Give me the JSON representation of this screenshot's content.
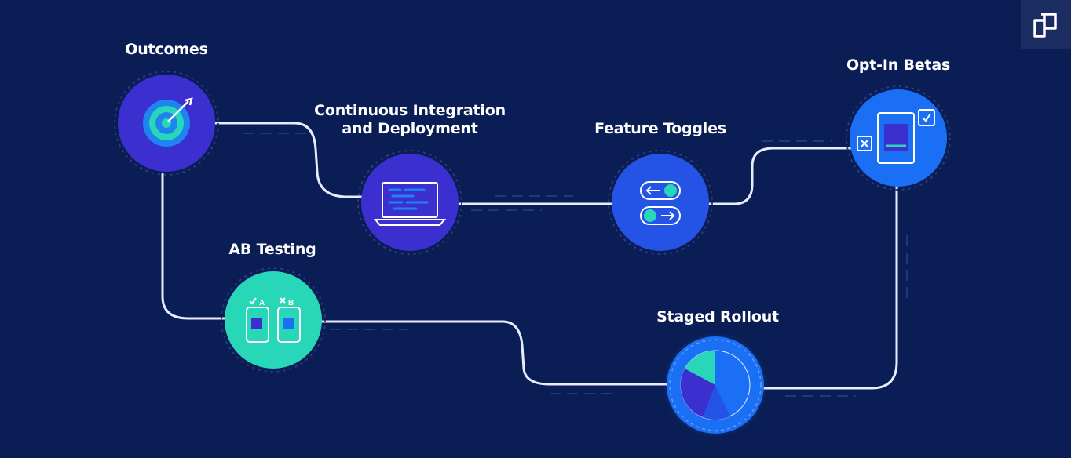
{
  "diagram": {
    "nodes": [
      {
        "id": "outcomes",
        "title": "Outcomes",
        "icon": "target-icon",
        "color": "#3c2fd0"
      },
      {
        "id": "ci",
        "title": "Continuous Integration and Deployment",
        "title_line1": "Continuous Integration",
        "title_line2": "and Deployment",
        "icon": "laptop-code-icon",
        "color": "#3c2fd0"
      },
      {
        "id": "toggles",
        "title": "Feature Toggles",
        "icon": "toggle-switch-icon",
        "color": "#2453e6"
      },
      {
        "id": "betas",
        "title": "Opt-In Betas",
        "icon": "tablet-checkmark-icon",
        "color": "#1a6ff5"
      },
      {
        "id": "ab",
        "title": "AB Testing",
        "icon": "phones-ab-icon",
        "color": "#28d6b8",
        "ab_a": "A",
        "ab_b": "B"
      },
      {
        "id": "rollout",
        "title": "Staged Rollout",
        "icon": "pie-chart-icon",
        "color": "#1a6ff5"
      }
    ]
  },
  "colors": {
    "background": "#0a1d54",
    "connector": "#ffffff"
  },
  "logo": {
    "icon": "brand-logo-icon"
  }
}
